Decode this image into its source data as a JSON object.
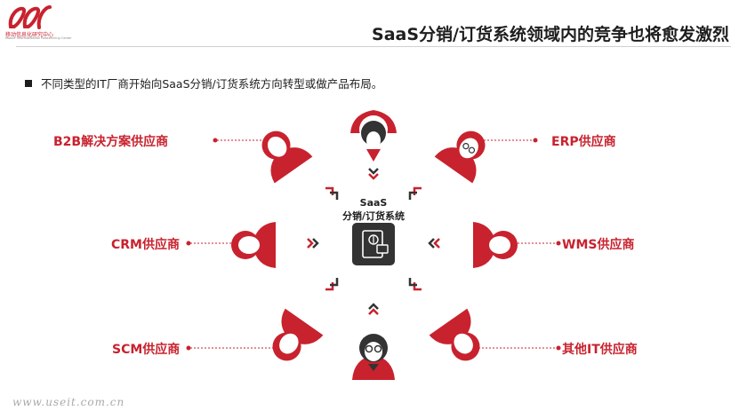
{
  "logo": {
    "name": "移动信息化研究中心",
    "subtitle": "Mobile Informatization Researching Center"
  },
  "header": {
    "title": "SaaS分销/订货系统领域内的竞争也将愈发激烈"
  },
  "bullet": {
    "text": "不同类型的IT厂商开始向SaaS分销/订货系统方向转型或做产品布局。"
  },
  "center": {
    "line1": "SaaS",
    "line2": "分销/订货系统",
    "icon": "tablet-dollar-icon"
  },
  "vendors": {
    "b2b": "B2B解决方案供应商",
    "erp": "ERP供应商",
    "crm": "CRM供应商",
    "wms": "WMS供应商",
    "scm": "SCM供应商",
    "other": "其他IT供应商"
  },
  "watermark": "www.useit.com.cn",
  "colors": {
    "accent": "#c8222e",
    "dark": "#333333",
    "text": "#1e1e1e"
  }
}
